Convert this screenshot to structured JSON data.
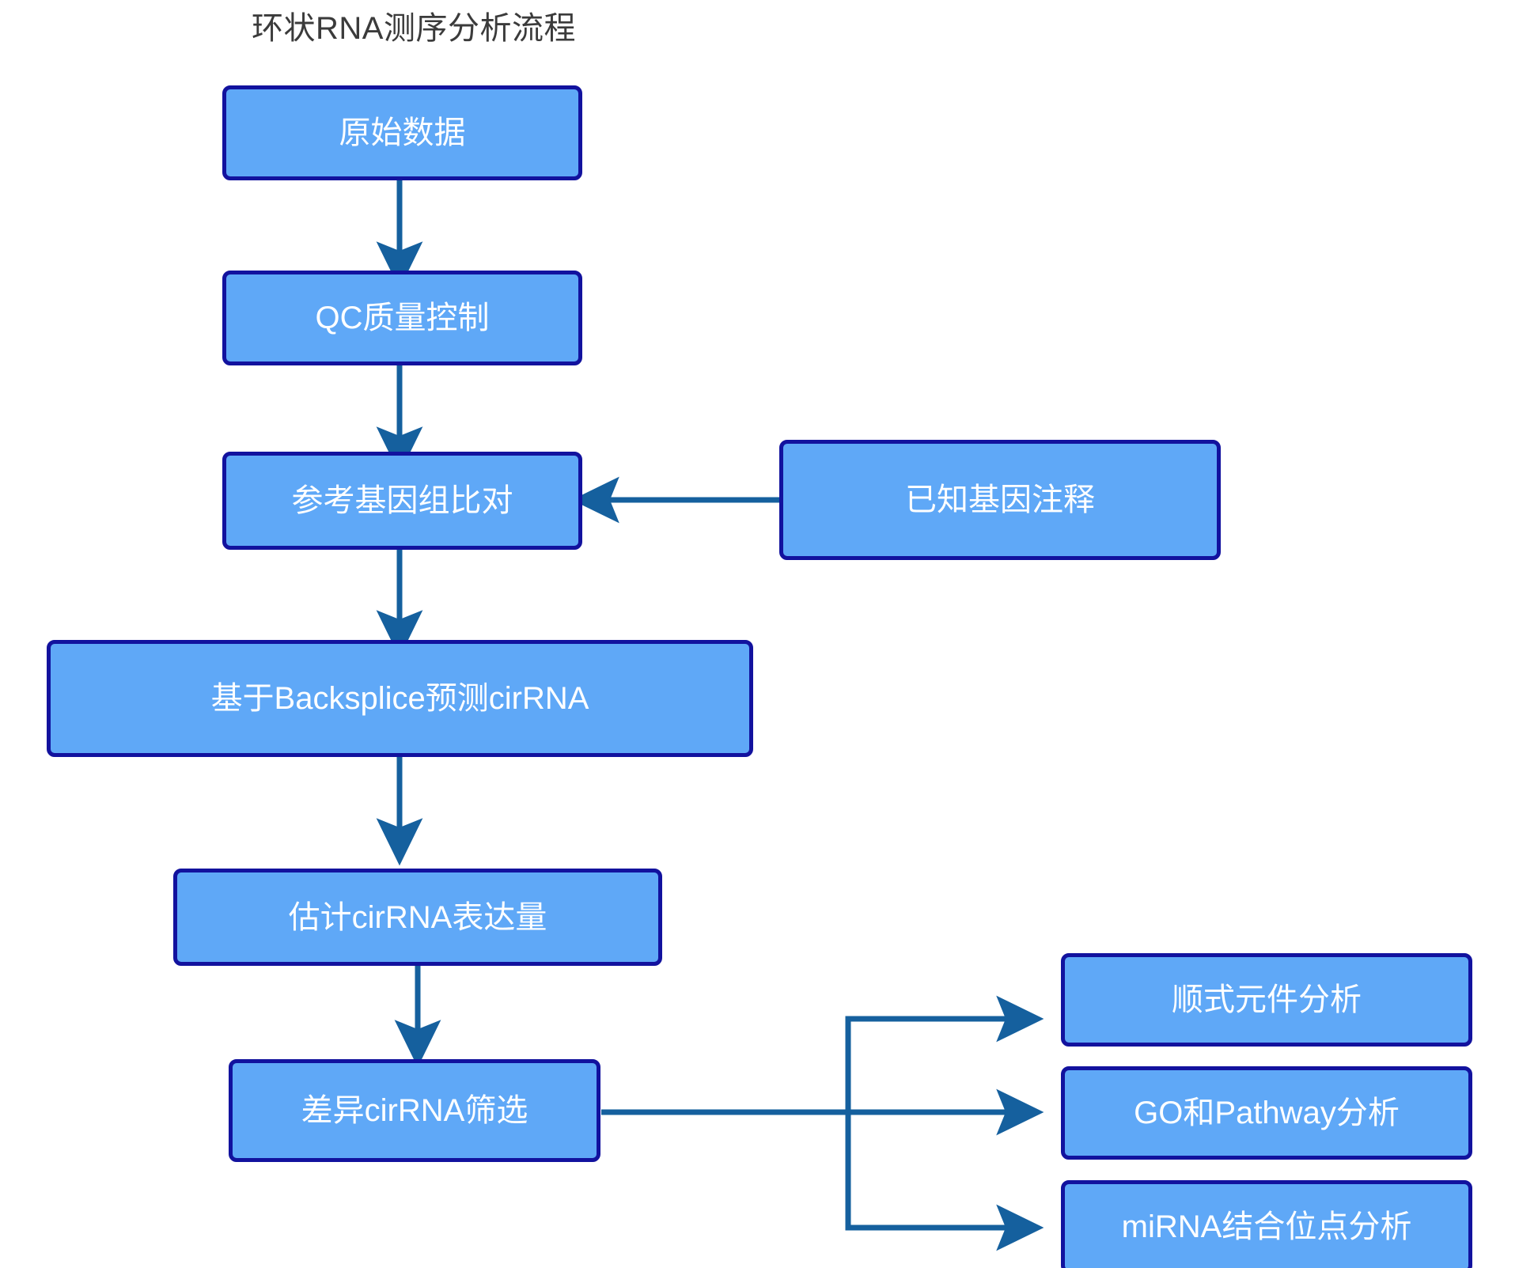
{
  "diagram": {
    "title": "环状RNA测序分析流程",
    "title_color": "#3b3b3b",
    "background": "#ffffff",
    "node_fill": "#5fa8f7",
    "node_border": "#12129e",
    "node_text_color": "#ffffff",
    "arrow_color": "#15609e",
    "type": "flowchart",
    "nodes": [
      {
        "id": "raw-data",
        "label": "原始数据"
      },
      {
        "id": "qc",
        "label": "QC质量控制"
      },
      {
        "id": "genome-align",
        "label": "参考基因组比对"
      },
      {
        "id": "known-gene-anno",
        "label": "已知基因注释"
      },
      {
        "id": "backsplice",
        "label": "基于Backsplice预测cirRNA"
      },
      {
        "id": "expression",
        "label": "估计cirRNA表达量"
      },
      {
        "id": "diff-screen",
        "label": "差异cirRNA筛选"
      },
      {
        "id": "cis-element",
        "label": "顺式元件分析"
      },
      {
        "id": "go-pathway",
        "label": "GO和Pathway分析"
      },
      {
        "id": "mirna-site",
        "label": "miRNA结合位点分析"
      }
    ],
    "edges": [
      {
        "from": "raw-data",
        "to": "qc"
      },
      {
        "from": "qc",
        "to": "genome-align"
      },
      {
        "from": "known-gene-anno",
        "to": "genome-align"
      },
      {
        "from": "genome-align",
        "to": "backsplice"
      },
      {
        "from": "backsplice",
        "to": "expression"
      },
      {
        "from": "expression",
        "to": "diff-screen"
      },
      {
        "from": "diff-screen",
        "to": "cis-element"
      },
      {
        "from": "diff-screen",
        "to": "go-pathway"
      },
      {
        "from": "diff-screen",
        "to": "mirna-site"
      }
    ]
  }
}
